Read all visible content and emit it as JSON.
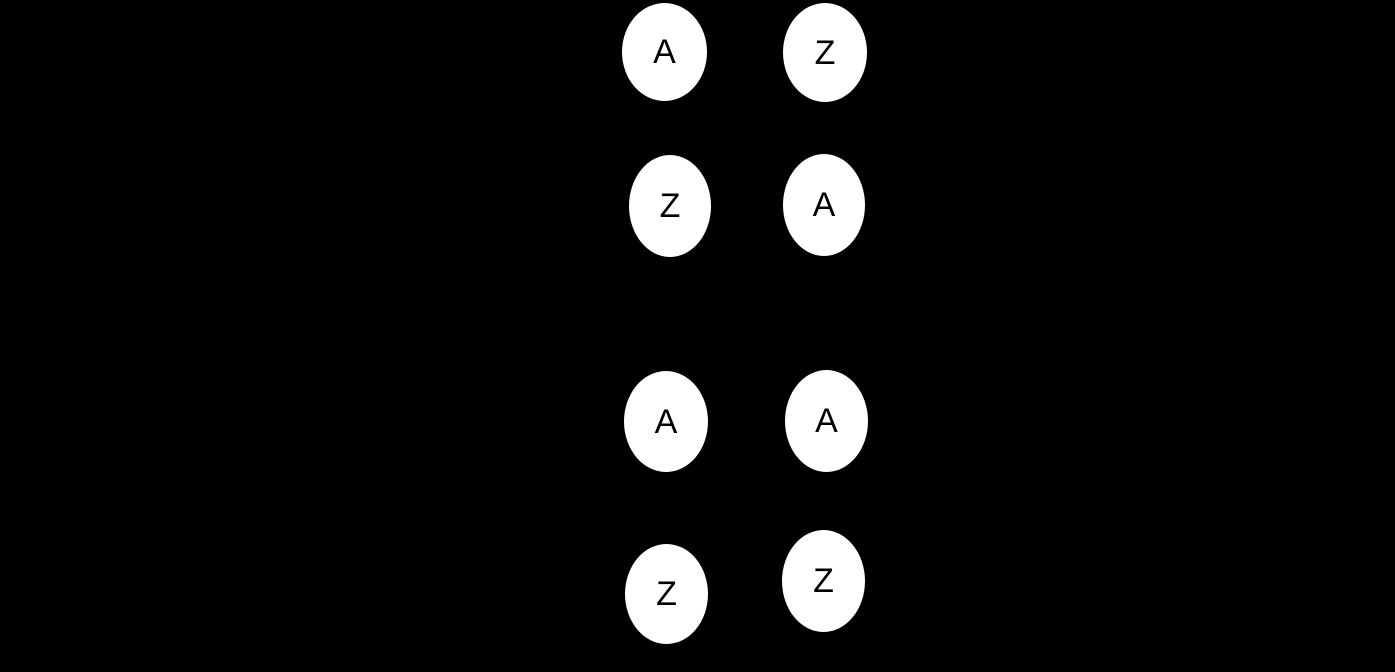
{
  "colors": {
    "background": "#000000",
    "node_fill": "#ffffff",
    "node_text": "#000000"
  },
  "diagram": {
    "description": "Two columns of four white ellipses on a black background, each containing a single letter",
    "rows": [
      {
        "left": "A",
        "right": "Z"
      },
      {
        "left": "Z",
        "right": "A"
      },
      {
        "left": "A",
        "right": "A"
      },
      {
        "left": "Z",
        "right": "Z"
      }
    ]
  }
}
